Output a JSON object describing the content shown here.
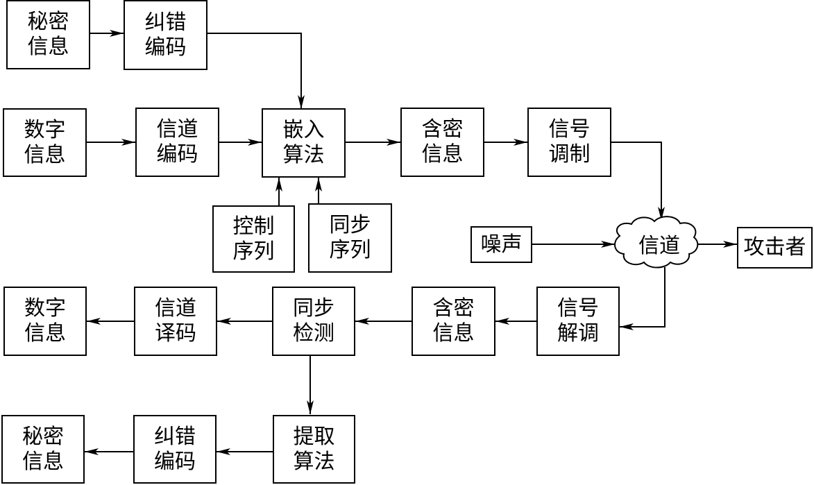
{
  "diagram": {
    "embed": {
      "secret_info_src": [
        "秘密",
        "信息"
      ],
      "ecc_encode_top": [
        "纠错",
        "编码"
      ],
      "digital_info_src": [
        "数字",
        "信息"
      ],
      "channel_encode": [
        "信道",
        "编码"
      ],
      "embed_algorithm": [
        "嵌入",
        "算法"
      ],
      "stego_info_tx": [
        "含密",
        "信息"
      ],
      "signal_modulation": [
        "信号",
        "调制"
      ],
      "control_sequence": [
        "控制",
        "序列"
      ],
      "sync_sequence": [
        "同步",
        "序列"
      ]
    },
    "channel": {
      "noise": "噪声",
      "channel": "信道",
      "attacker": "攻击者"
    },
    "extract": {
      "signal_demodulation": [
        "信号",
        "解调"
      ],
      "stego_info_rx": [
        "含密",
        "信息"
      ],
      "sync_detection": [
        "同步",
        "检测"
      ],
      "channel_decode": [
        "信道",
        "译码"
      ],
      "digital_info_out": [
        "数字",
        "信息"
      ],
      "extract_algorithm": [
        "提取",
        "算法"
      ],
      "ecc_decode": [
        "纠错",
        "编码"
      ],
      "secret_info_out": [
        "秘密",
        "信息"
      ]
    }
  }
}
